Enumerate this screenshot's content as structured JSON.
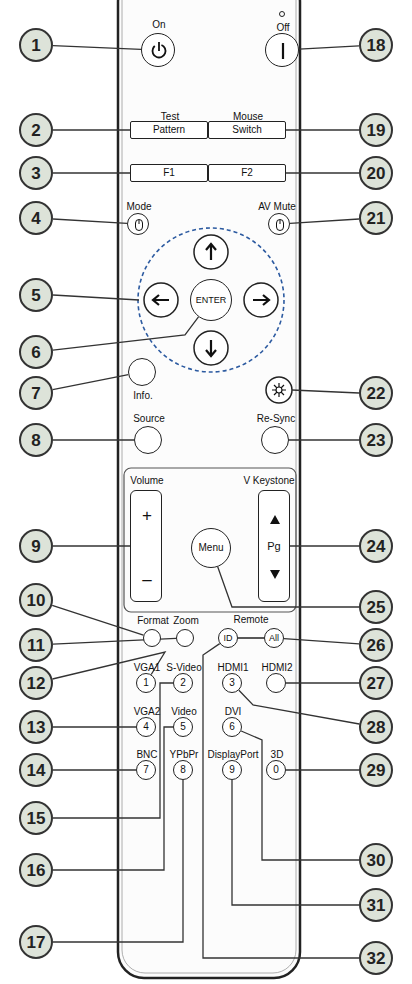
{
  "diagram": {
    "nodes": [
      {
        "text": [
          "1"
        ]
      },
      {
        "text": [
          "2"
        ]
      },
      {
        "text": [
          "3"
        ]
      },
      {
        "text": [
          "4"
        ]
      },
      {
        "text": [
          "5"
        ]
      },
      {
        "text": [
          "6"
        ]
      },
      {
        "text": [
          "7"
        ]
      },
      {
        "text": [
          "8"
        ]
      },
      {
        "text": [
          "9"
        ]
      },
      {
        "text": [
          "10"
        ]
      },
      {
        "text": [
          "11"
        ]
      },
      {
        "text": [
          "12"
        ]
      },
      {
        "text": [
          "13"
        ]
      },
      {
        "text": [
          "14"
        ]
      },
      {
        "text": [
          "15"
        ]
      },
      {
        "text": [
          "16"
        ]
      },
      {
        "text": [
          "17"
        ]
      },
      {
        "text": [
          "18"
        ]
      },
      {
        "text": [
          "19"
        ]
      },
      {
        "text": [
          "20"
        ]
      },
      {
        "text": [
          "21"
        ]
      },
      {
        "text": [
          "22"
        ]
      },
      {
        "text": [
          "23"
        ]
      },
      {
        "text": [
          "24"
        ]
      },
      {
        "text": [
          "25"
        ]
      },
      {
        "text": [
          "26"
        ]
      },
      {
        "text": [
          "27"
        ]
      },
      {
        "text": [
          "28"
        ]
      },
      {
        "text": [
          "29"
        ]
      },
      {
        "text": [
          "30"
        ]
      },
      {
        "text": [
          "31"
        ]
      },
      {
        "text": [
          "32"
        ]
      },
      {
        "text": [
          "On"
        ]
      },
      {
        "text": [
          "Off"
        ]
      },
      {
        "text": [
          "Test",
          "Pattern"
        ]
      },
      {
        "text": [
          "Mouse",
          "Switch"
        ]
      },
      {
        "text": [
          "F1"
        ]
      },
      {
        "text": [
          "F2"
        ]
      },
      {
        "text": [
          "Mode"
        ]
      },
      {
        "text": [
          "AV Mute"
        ]
      },
      {
        "text": [
          "ENTER"
        ]
      },
      {
        "text": [
          "Info."
        ]
      },
      {
        "text": [
          "Source"
        ]
      },
      {
        "text": [
          "Re-Sync"
        ]
      },
      {
        "text": [
          "Volume",
          "+",
          "–"
        ]
      },
      {
        "text": [
          "V Keystone",
          "Pg"
        ]
      },
      {
        "text": [
          "Menu"
        ]
      },
      {
        "text": [
          "Format"
        ]
      },
      {
        "text": [
          "Zoom"
        ]
      },
      {
        "text": [
          "ID"
        ]
      },
      {
        "text": [
          "All"
        ]
      },
      {
        "text": [
          "VGA1",
          "1"
        ]
      },
      {
        "text": [
          "S-Video",
          "2"
        ]
      },
      {
        "text": [
          "HDMI1",
          "3"
        ]
      },
      {
        "text": [
          "HDMI2"
        ]
      },
      {
        "text": [
          "VGA2",
          "4"
        ]
      },
      {
        "text": [
          "Video",
          "5"
        ]
      },
      {
        "text": [
          "DVI",
          "6"
        ]
      },
      {
        "text": [
          "BNC",
          "7"
        ]
      },
      {
        "text": [
          "YPbPr",
          "8"
        ]
      },
      {
        "text": [
          "DisplayPort",
          "9"
        ]
      },
      {
        "text": [
          "3D",
          "0"
        ]
      }
    ],
    "edges": [
      {
        "from": 0,
        "to": 32,
        "arrow": "none"
      },
      {
        "from": 1,
        "to": 34,
        "arrow": "none"
      },
      {
        "from": 2,
        "to": 36,
        "arrow": "none"
      },
      {
        "from": 3,
        "to": 38,
        "arrow": "none"
      },
      {
        "from": 5,
        "to": 40,
        "arrow": "none"
      },
      {
        "from": 6,
        "to": 41,
        "arrow": "none"
      },
      {
        "from": 7,
        "to": 42,
        "arrow": "none"
      },
      {
        "from": 8,
        "to": 44,
        "arrow": "none"
      },
      {
        "from": 9,
        "to": 47,
        "arrow": "none"
      },
      {
        "from": 10,
        "to": 48,
        "arrow": "none"
      },
      {
        "from": 11,
        "to": 51,
        "arrow": "none"
      },
      {
        "from": 12,
        "to": 55,
        "arrow": "none"
      },
      {
        "from": 13,
        "to": 58,
        "arrow": "none"
      },
      {
        "from": 14,
        "to": 52,
        "arrow": "none"
      },
      {
        "from": 15,
        "to": 56,
        "arrow": "none"
      },
      {
        "from": 16,
        "to": 59,
        "arrow": "none"
      },
      {
        "from": 17,
        "to": 33,
        "arrow": "none"
      },
      {
        "from": 18,
        "to": 35,
        "arrow": "none"
      },
      {
        "from": 19,
        "to": 37,
        "arrow": "none"
      },
      {
        "from": 20,
        "to": 39,
        "arrow": "none"
      },
      {
        "from": 22,
        "to": 43,
        "arrow": "none"
      },
      {
        "from": 23,
        "to": 45,
        "arrow": "none"
      },
      {
        "from": 24,
        "to": 46,
        "arrow": "none"
      },
      {
        "from": 25,
        "to": 50,
        "arrow": "none"
      },
      {
        "from": 26,
        "to": 54,
        "arrow": "none"
      },
      {
        "from": 27,
        "to": 53,
        "arrow": "none"
      },
      {
        "from": 28,
        "to": 61,
        "arrow": "none"
      },
      {
        "from": 29,
        "to": 57,
        "arrow": "none"
      },
      {
        "from": 30,
        "to": 60,
        "arrow": "none"
      },
      {
        "from": 31,
        "to": 49,
        "arrow": "none"
      }
    ],
    "labels": [
      "Remote"
    ]
  }
}
